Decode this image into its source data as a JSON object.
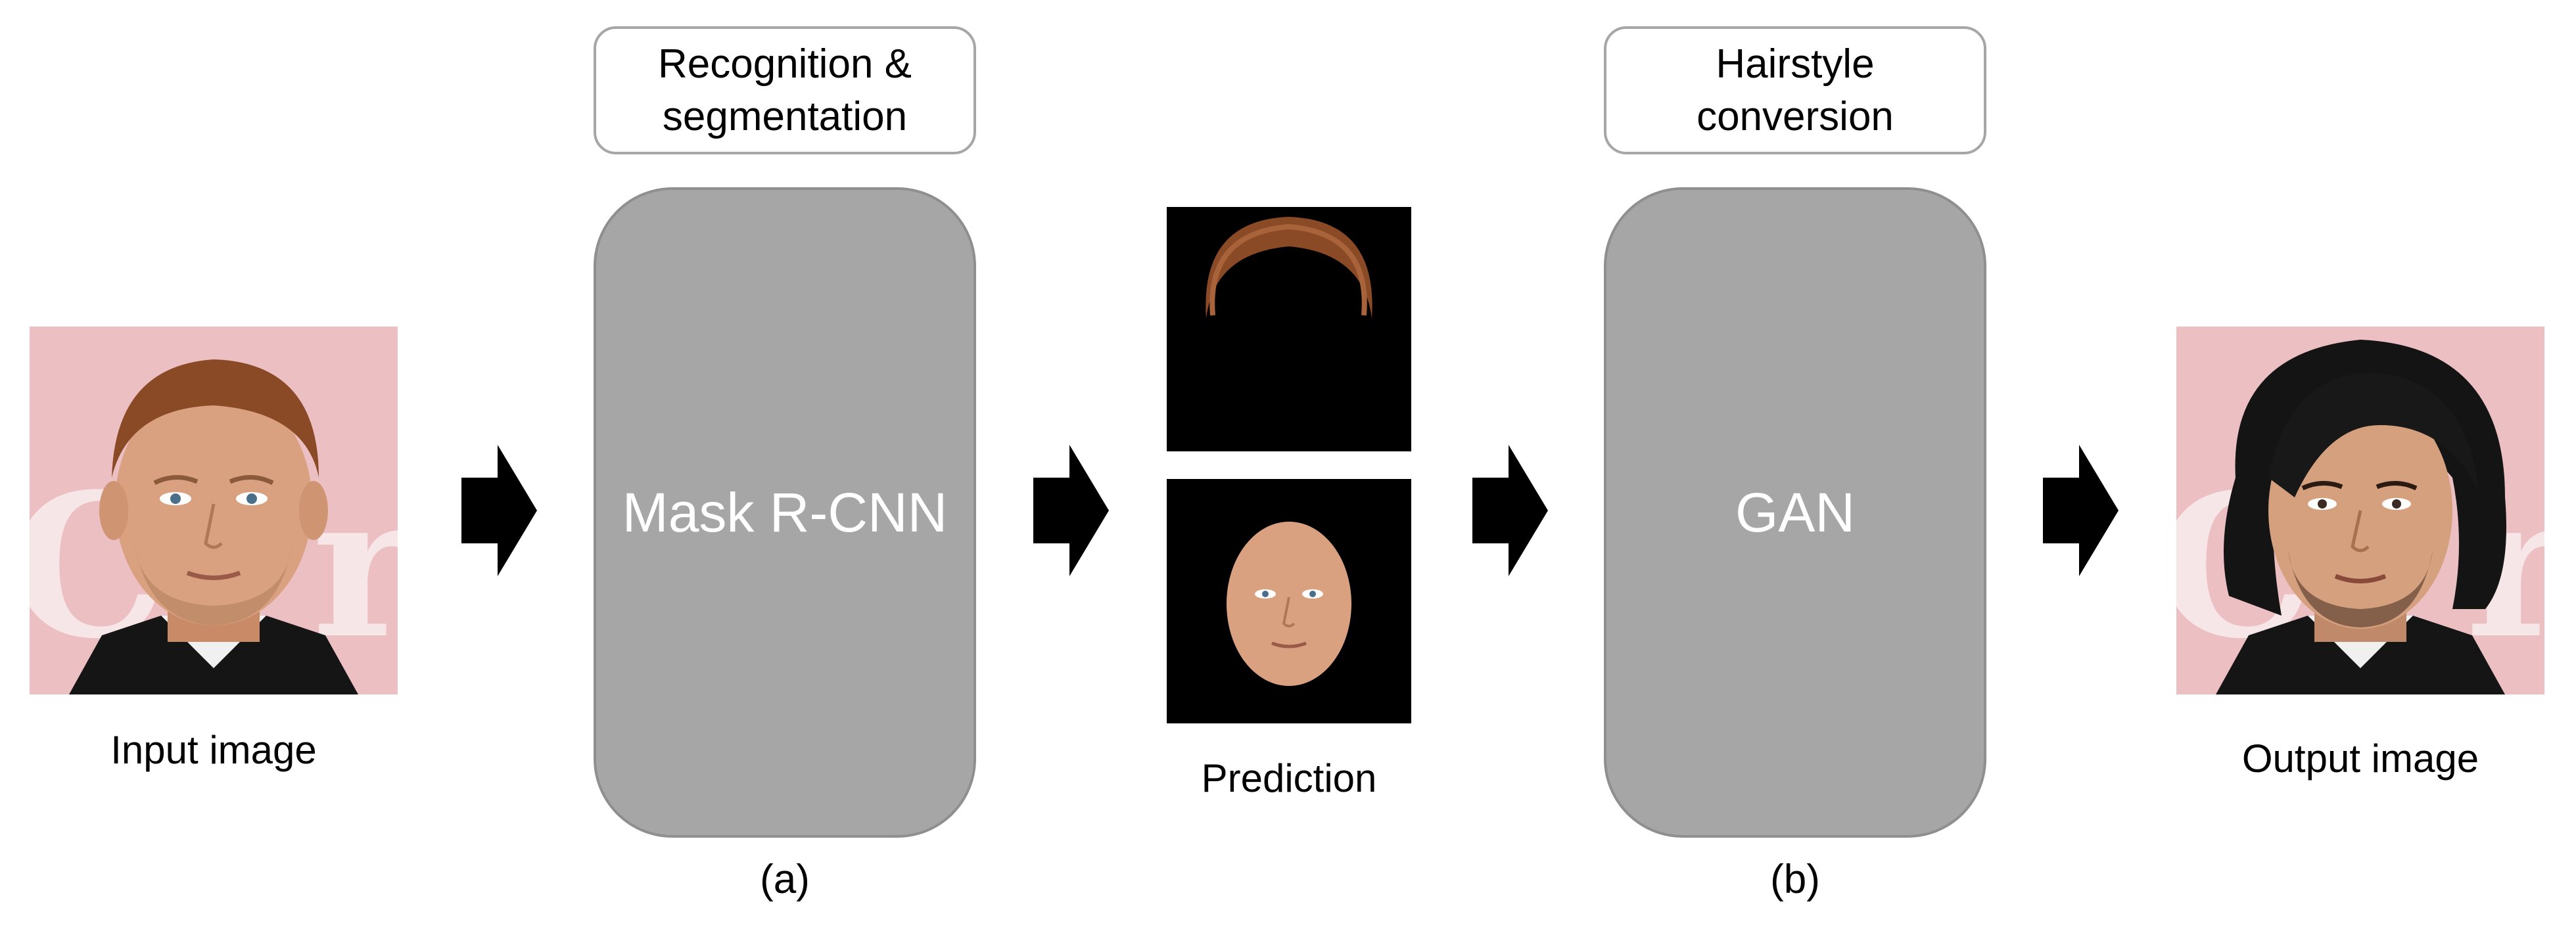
{
  "input": {
    "caption": "Input image"
  },
  "step_a": {
    "header_line1": "Recognition &",
    "header_line2": "segmentation",
    "model": "Mask R-CNN",
    "sublabel": "(a)"
  },
  "prediction": {
    "caption": "Prediction"
  },
  "step_b": {
    "header_line1": "Hairstyle",
    "header_line2": "conversion",
    "model": "GAN",
    "sublabel": "(b)"
  },
  "output": {
    "caption": "Output image"
  },
  "colors": {
    "block_fill": "#a6a6a6",
    "block_text": "#ffffff",
    "header_border": "#a6a6a6",
    "arrow": "#000000",
    "photo_background": "#ecc0c4"
  }
}
